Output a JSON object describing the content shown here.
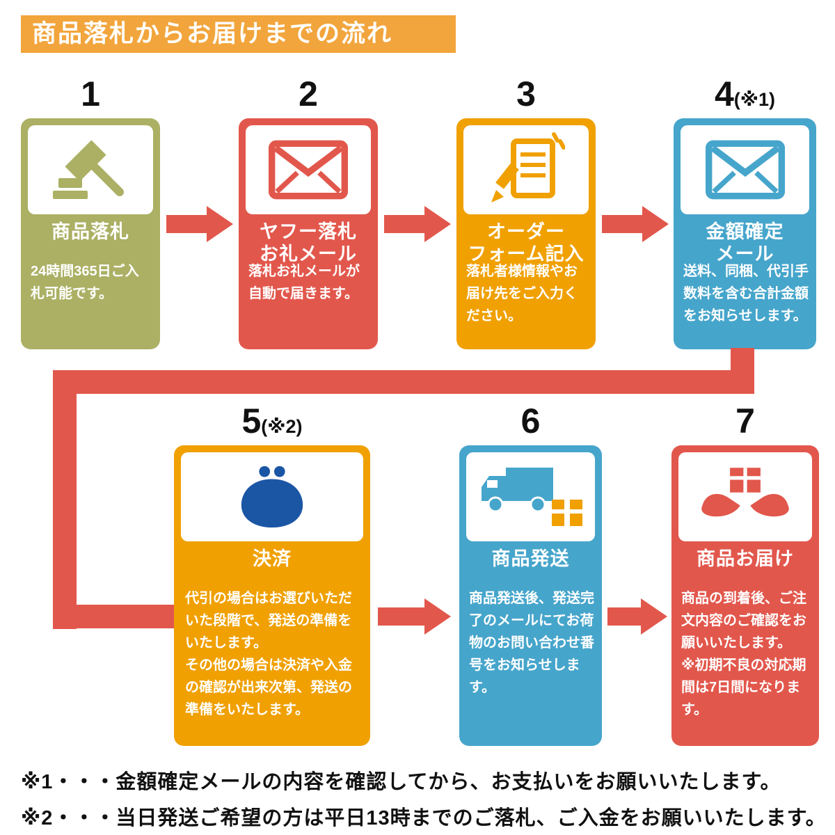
{
  "title": "商品落札からお届けまでの流れ",
  "steps": [
    {
      "number": "1",
      "number_suffix": "",
      "title": "商品落札",
      "title2": "",
      "body": "24時間365日ご入札可能です。",
      "icon": "gavel",
      "color": "#ABB064"
    },
    {
      "number": "2",
      "number_suffix": "",
      "title": "ヤフー落札",
      "title2": "お礼メール",
      "body": "落札お礼メールが自動で届きます。",
      "icon": "mail",
      "color": "#E2574C"
    },
    {
      "number": "3",
      "number_suffix": "",
      "title": "オーダー",
      "title2": "フォーム記入",
      "body": "落札者様情報やお届け先をご入力ください。",
      "icon": "order-form",
      "color": "#F0A000"
    },
    {
      "number": "4",
      "number_suffix": "(※1)",
      "title": "金額確定",
      "title2": "メール",
      "body": "送料、同梱、代引手数料を含む合計金額をお知らせします。",
      "icon": "mail",
      "color": "#46A5CB"
    },
    {
      "number": "5",
      "number_suffix": "(※2)",
      "title": "決済",
      "title2": "",
      "body": "代引の場合はお選びいただいた段階で、発送の準備をいたします。\nその他の場合は決済や入金の確認が出来次第、発送の準備をいたします。",
      "icon": "coin-purse",
      "color": "#F0A000"
    },
    {
      "number": "6",
      "number_suffix": "",
      "title": "商品発送",
      "title2": "",
      "body": "商品発送後、発送完了のメールにてお荷物のお問い合わせ番号をお知らせします。",
      "icon": "truck",
      "color": "#46A5CB"
    },
    {
      "number": "7",
      "number_suffix": "",
      "title": "商品お届け",
      "title2": "",
      "body": "商品の到着後、ご注文内容のご確認をお願いいたします。\n※初期不良の対応期間は7日間になります。",
      "icon": "delivery-hands",
      "color": "#E2574C"
    }
  ],
  "footnotes": [
    "※1・・・金額確定メールの内容を確認してから、お支払いをお願いいたします。",
    "※2・・・当日発送ご希望の方は平日13時までのご落札、ご入金をお願いいたします。"
  ],
  "colors": {
    "header_bg": "#F2A53C",
    "olive": "#ABB064",
    "red": "#E2574C",
    "orange": "#F0A000",
    "blue": "#46A5CB",
    "purse_blue": "#1B56A5",
    "arrow": "#E2574C",
    "text_on_card": "#FFFFFF",
    "text": "#111111"
  }
}
